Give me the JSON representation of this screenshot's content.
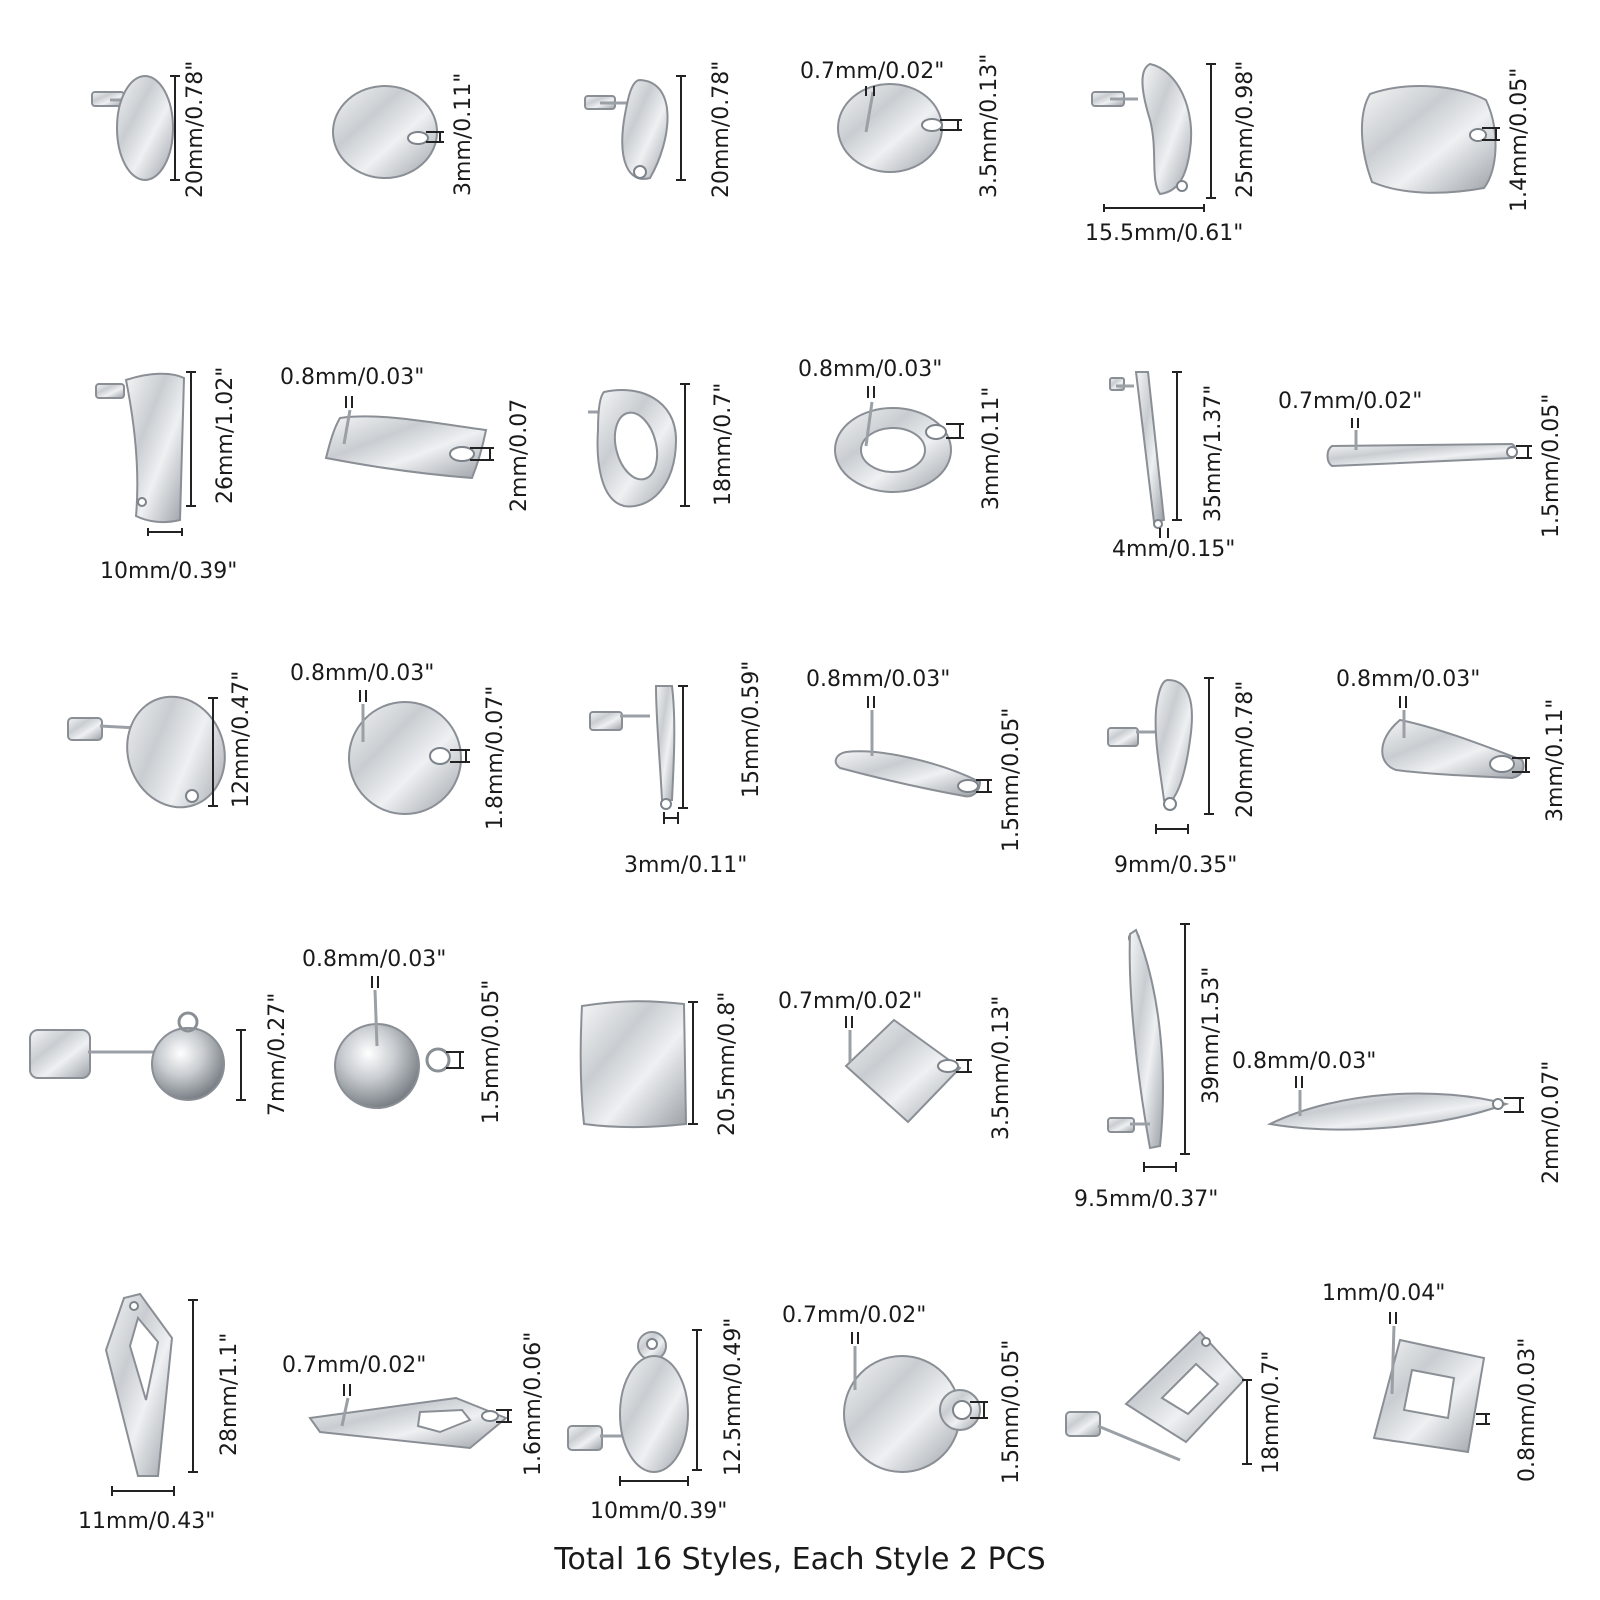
{
  "caption": "Total 16 Styles, Each Style 2 PCS",
  "labels": {
    "r1_a": "20mm/0.78\"",
    "r1_b": "3mm/0.11\"",
    "r1_c": "20mm/0.78\"",
    "r1_d_top": "0.7mm/0.02\"",
    "r1_d": "3.5mm/0.13\"",
    "r1_e": "25mm/0.98\"",
    "r1_e_w": "15.5mm/0.61\"",
    "r1_f": "1.4mm/0.05\"",
    "r2_a": "26mm/1.02\"",
    "r2_a_w": "10mm/0.39\"",
    "r2_b_top": "0.8mm/0.03\"",
    "r2_b": "2mm/0.07",
    "r2_c": "18mm/0.7\"",
    "r2_d_top": "0.8mm/0.03\"",
    "r2_d": "3mm/0.11\"",
    "r2_e": "35mm/1.37\"",
    "r2_e_w": "4mm/0.15\"",
    "r2_f_top": "0.7mm/0.02\"",
    "r2_f": "1.5mm/0.05\"",
    "r3_a": "12mm/0.47\"",
    "r3_b_top": "0.8mm/0.03\"",
    "r3_b": "1.8mm/0.07\"",
    "r3_c": "15mm/0.59\"",
    "r3_c_w": "3mm/0.11\"",
    "r3_d_top": "0.8mm/0.03\"",
    "r3_d": "1.5mm/0.05\"",
    "r3_e": "20mm/0.78\"",
    "r3_e_w": "9mm/0.35\"",
    "r3_f_top": "0.8mm/0.03\"",
    "r3_f": "3mm/0.11\"",
    "r4_a": "7mm/0.27\"",
    "r4_b_top": "0.8mm/0.03\"",
    "r4_b": "1.5mm/0.05\"",
    "r4_c": "20.5mm/0.8\"",
    "r4_d_top": "0.7mm/0.02\"",
    "r4_d": "3.5mm/0.13\"",
    "r4_e": "39mm/1.53\"",
    "r4_e_w": "9.5mm/0.37\"",
    "r4_f_top": "0.8mm/0.03\"",
    "r4_f": "2mm/0.07\"",
    "r5_a": "28mm/1.1\"",
    "r5_a_w": "11mm/0.43\"",
    "r5_b_top": "0.7mm/0.02\"",
    "r5_b": "1.6mm/0.06\"",
    "r5_c": "12.5mm/0.49\"",
    "r5_c_w": "10mm/0.39\"",
    "r5_d_top": "0.7mm/0.02\"",
    "r5_d": "1.5mm/0.05\"",
    "r5_e": "18mm/0.7\"",
    "r5_f_top": "1mm/0.04\"",
    "r5_f": "0.8mm/0.03\""
  }
}
